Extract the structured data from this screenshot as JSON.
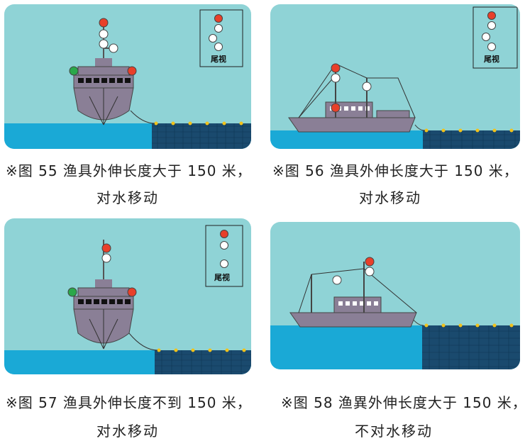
{
  "panels": [
    {
      "id": "fig55",
      "caption_line1": "※图 55 渔具外伸长度大于 150 米，",
      "caption_line2": "对水移动",
      "inset_label": "尾视"
    },
    {
      "id": "fig56",
      "caption_line1": "※图 56 渔具外伸长度大于  150 米，",
      "caption_line2": "对水移动",
      "inset_label": "尾视"
    },
    {
      "id": "fig57",
      "caption_line1": "※图 57 渔具外伸长度不到 150 米，",
      "caption_line2": "对水移动",
      "inset_label": "尾视"
    },
    {
      "id": "fig58",
      "caption_line1": "※图 58 渔異外伸长度大于 150 米，",
      "caption_line2": "不对水移动"
    }
  ],
  "colors": {
    "sky": "#8fd3d6",
    "sea": "#1aa9d6",
    "net": "#1a4a6e",
    "hull": "#8a7f96",
    "light_red": "#e8402a",
    "light_white": "#ffffff",
    "light_green": "#2aa84a",
    "float_yellow": "#f2c21a"
  }
}
